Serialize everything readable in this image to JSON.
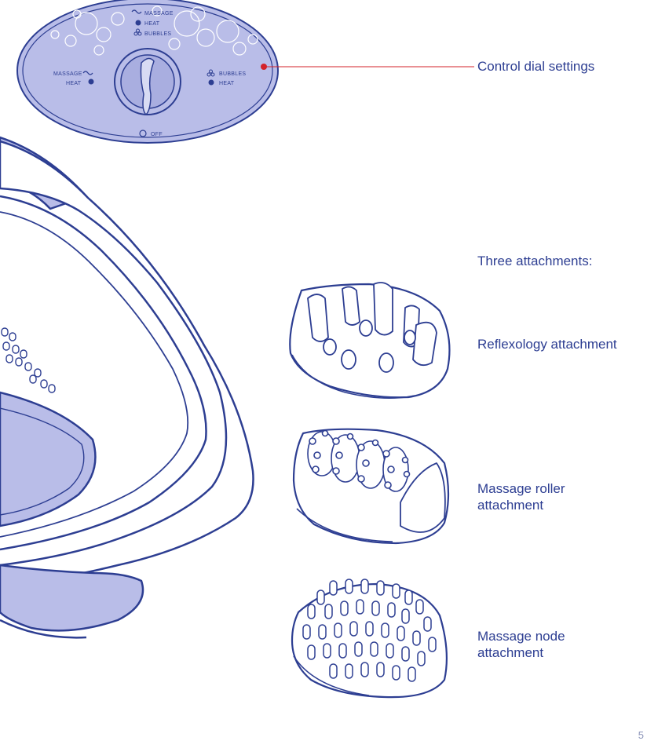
{
  "panel": {
    "top_massage": "MASSAGE",
    "top_heat": "HEAT",
    "top_bubbles": "BUBBLES",
    "left_massage": "MASSAGE",
    "left_heat": "HEAT",
    "right_bubbles": "BUBBLES",
    "right_heat": "HEAT",
    "off": "OFF"
  },
  "labels": {
    "control_dial": "Control dial settings",
    "three_attachments": "Three attachments:",
    "reflexology": "Reflexology attachment",
    "roller_line1": "Massage roller",
    "roller_line2": "attachment",
    "node_line1": "Massage node",
    "node_line2": "attachment"
  },
  "page_number": "5",
  "colors": {
    "ink": "#2d3e92",
    "fill": "#b9bde8",
    "callout_line": "#d3222a"
  }
}
